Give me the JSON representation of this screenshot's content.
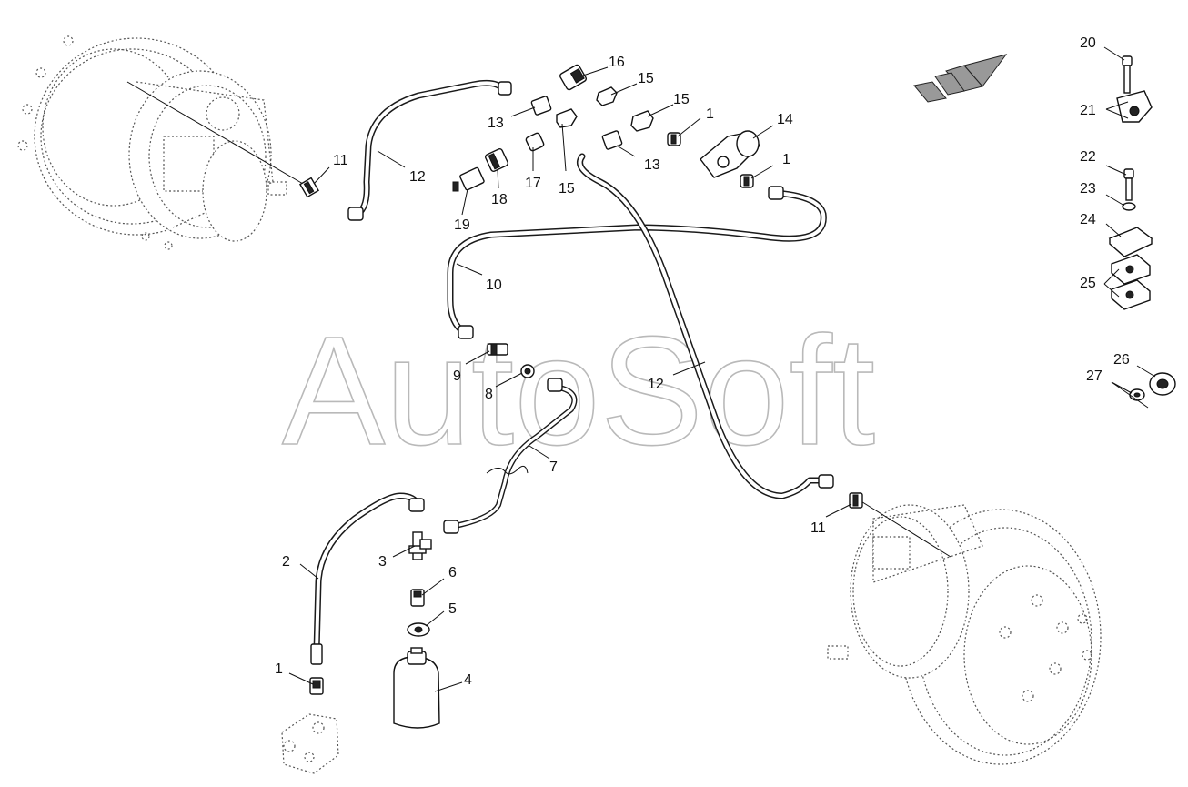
{
  "watermark": "AutoSoft",
  "labels": [
    {
      "id": "16",
      "text": "16"
    },
    {
      "id": "15a",
      "text": "15"
    },
    {
      "id": "15b",
      "text": "15"
    },
    {
      "id": "15c",
      "text": "15"
    },
    {
      "id": "13a",
      "text": "13"
    },
    {
      "id": "13b",
      "text": "13"
    },
    {
      "id": "14",
      "text": "14"
    },
    {
      "id": "1a",
      "text": "1"
    },
    {
      "id": "1b",
      "text": "1"
    },
    {
      "id": "1c",
      "text": "1"
    },
    {
      "id": "11a",
      "text": "11"
    },
    {
      "id": "11b",
      "text": "11"
    },
    {
      "id": "12a",
      "text": "12"
    },
    {
      "id": "12b",
      "text": "12"
    },
    {
      "id": "17",
      "text": "17"
    },
    {
      "id": "18",
      "text": "18"
    },
    {
      "id": "19",
      "text": "19"
    },
    {
      "id": "10",
      "text": "10"
    },
    {
      "id": "9",
      "text": "9"
    },
    {
      "id": "8",
      "text": "8"
    },
    {
      "id": "7",
      "text": "7"
    },
    {
      "id": "2",
      "text": "2"
    },
    {
      "id": "3",
      "text": "3"
    },
    {
      "id": "6",
      "text": "6"
    },
    {
      "id": "5",
      "text": "5"
    },
    {
      "id": "4",
      "text": "4"
    },
    {
      "id": "20",
      "text": "20"
    },
    {
      "id": "21",
      "text": "21"
    },
    {
      "id": "22",
      "text": "22"
    },
    {
      "id": "23",
      "text": "23"
    },
    {
      "id": "24",
      "text": "24"
    },
    {
      "id": "25",
      "text": "25"
    },
    {
      "id": "26",
      "text": "26"
    },
    {
      "id": "27",
      "text": "27"
    }
  ]
}
